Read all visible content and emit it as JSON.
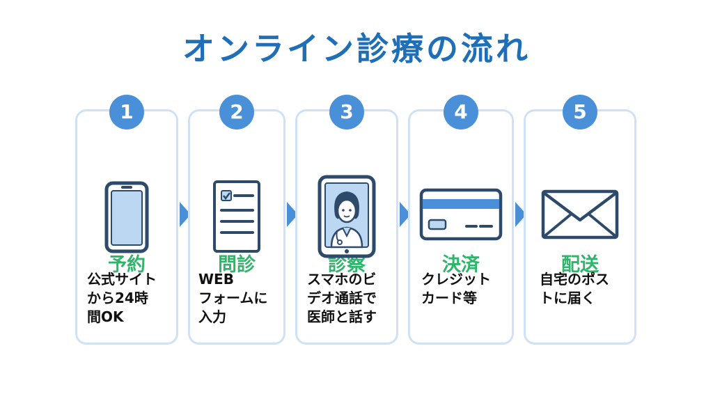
{
  "title": "オンライン診療の流れ",
  "colors": {
    "title": "#1e6fb8",
    "badge": "#4a90d9",
    "step_label": "#2fb56a",
    "card_border": "#cfe1f5",
    "arrow": "#4a90d9",
    "icon_stroke": "#2e4a6b",
    "icon_fill": "#bcd7f2"
  },
  "steps": [
    {
      "number": "1",
      "label": "予約",
      "icon": "smartphone-icon",
      "description": "公式サイト\nから24時\n間OK"
    },
    {
      "number": "2",
      "label": "問診",
      "icon": "questionnaire-form-icon",
      "description": "WEB\nフォームに\n入力"
    },
    {
      "number": "3",
      "label": "診察",
      "icon": "doctor-video-call-icon",
      "description": "スマホのビ\nデオ通話で\n医師と話す"
    },
    {
      "number": "4",
      "label": "決済",
      "icon": "credit-card-icon",
      "description": "クレジット\nカード等"
    },
    {
      "number": "5",
      "label": "配送",
      "icon": "envelope-icon",
      "description": "自宅のポス\nトに届く"
    }
  ]
}
